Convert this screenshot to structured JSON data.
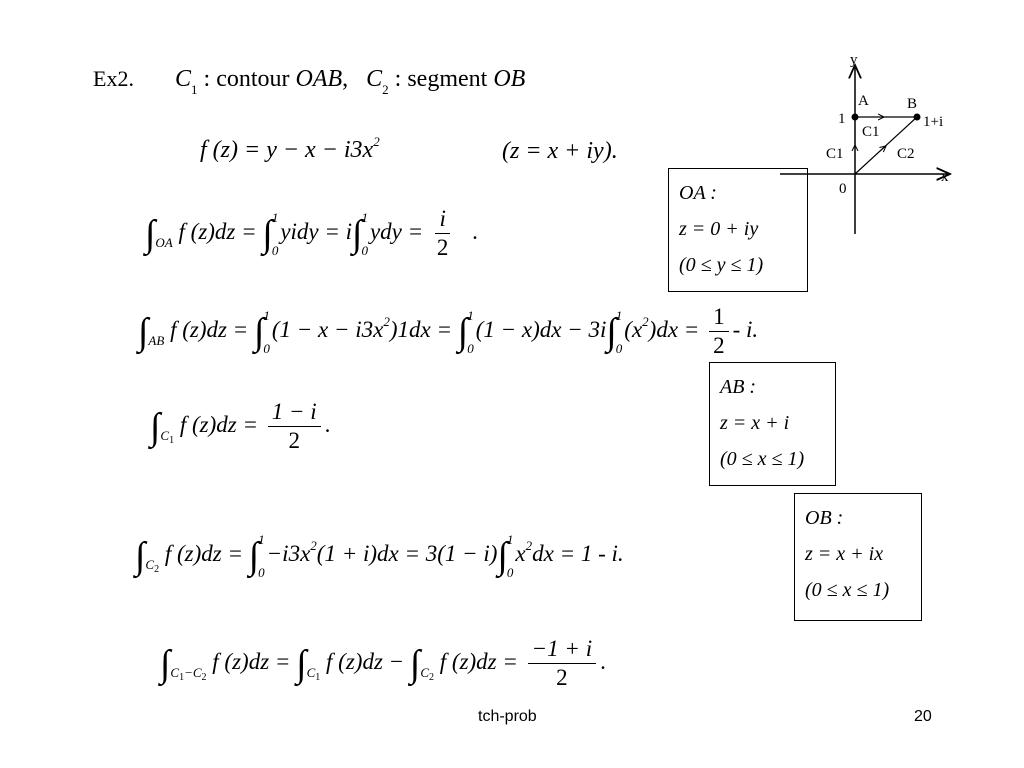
{
  "example_label": "Ex2.",
  "header_text": {
    "c1_name": "C",
    "c1_sub": "1",
    "colon1": " :",
    "contour_word": "contour",
    "contour_name": "OAB",
    "comma": ",",
    "c2_name": "C",
    "c2_sub": "2",
    "colon2": " :",
    "segment_word": "segment",
    "segment_name": "OB"
  },
  "function_def": {
    "lhs": "f (z) = y − x − i3x",
    "exp": "2",
    "domain": "(z = x + iy)."
  },
  "eq_OA": {
    "integral_sub": "OA",
    "integrand": "f (z)dz =",
    "lim_upper": "1",
    "lim_lower": "0",
    "term1": "yidy = i",
    "term2": "ydy =",
    "frac_num": "i",
    "frac_den": "2",
    "end": "."
  },
  "eq_AB": {
    "integral_sub": "AB",
    "integrand": "f (z)dz =",
    "lim_upper": "1",
    "lim_lower": "0",
    "term1a": "(1 − x − i3x",
    "term1exp": "2",
    "term1b": ")1dx =",
    "term2": "(1 − x)dx − 3i",
    "term3a": "(x",
    "term3exp": "2",
    "term3b": ")dx =",
    "frac_num": "1",
    "frac_den": "2",
    "end": "- i."
  },
  "eq_C1": {
    "integral_sub": "C",
    "integral_subsub": "1",
    "integrand": "f (z)dz =",
    "frac_num": "1 − i",
    "frac_den": "2",
    "end": "."
  },
  "eq_C2": {
    "integral_sub": "C",
    "integral_subsub": "2",
    "integrand": "f (z)dz =",
    "lim_upper": "1",
    "lim_lower": "0",
    "term1a": "−i3x",
    "term1exp": "2",
    "term1b": "(1 + i)dx = 3(1 − i)",
    "term2a": "x",
    "term2exp": "2",
    "term2b": "dx = 1 - i."
  },
  "eq_final": {
    "sub1": "C",
    "sub1a": "1",
    "subminus": "−C",
    "sub1b": "2",
    "integrand1": "f (z)dz =",
    "integrand2": "f (z)dz −",
    "integrand3": "f (z)dz =",
    "frac_num": "−1 + i",
    "frac_den": "2",
    "end": "."
  },
  "box_OA": {
    "line1": "OA :",
    "line2": "z = 0 + iy",
    "line3": "(0 ≤ y ≤ 1)"
  },
  "box_AB": {
    "line1": "AB :",
    "line2": "z = x + i",
    "line3": "(0 ≤ x ≤ 1)"
  },
  "box_OB": {
    "line1": "OB :",
    "line2": "z = x + ix",
    "line3": "(0 ≤ x ≤ 1)"
  },
  "diagram": {
    "y_axis": "y",
    "x_axis": "x",
    "point_A": "A",
    "point_B": "B",
    "tick_1": "1",
    "origin": "0",
    "label_1i": "1+i",
    "label_C1_top": "C1",
    "label_C1_left": "C1",
    "label_C2": "C2"
  },
  "footer": {
    "center": "tch-prob",
    "page": "20"
  }
}
